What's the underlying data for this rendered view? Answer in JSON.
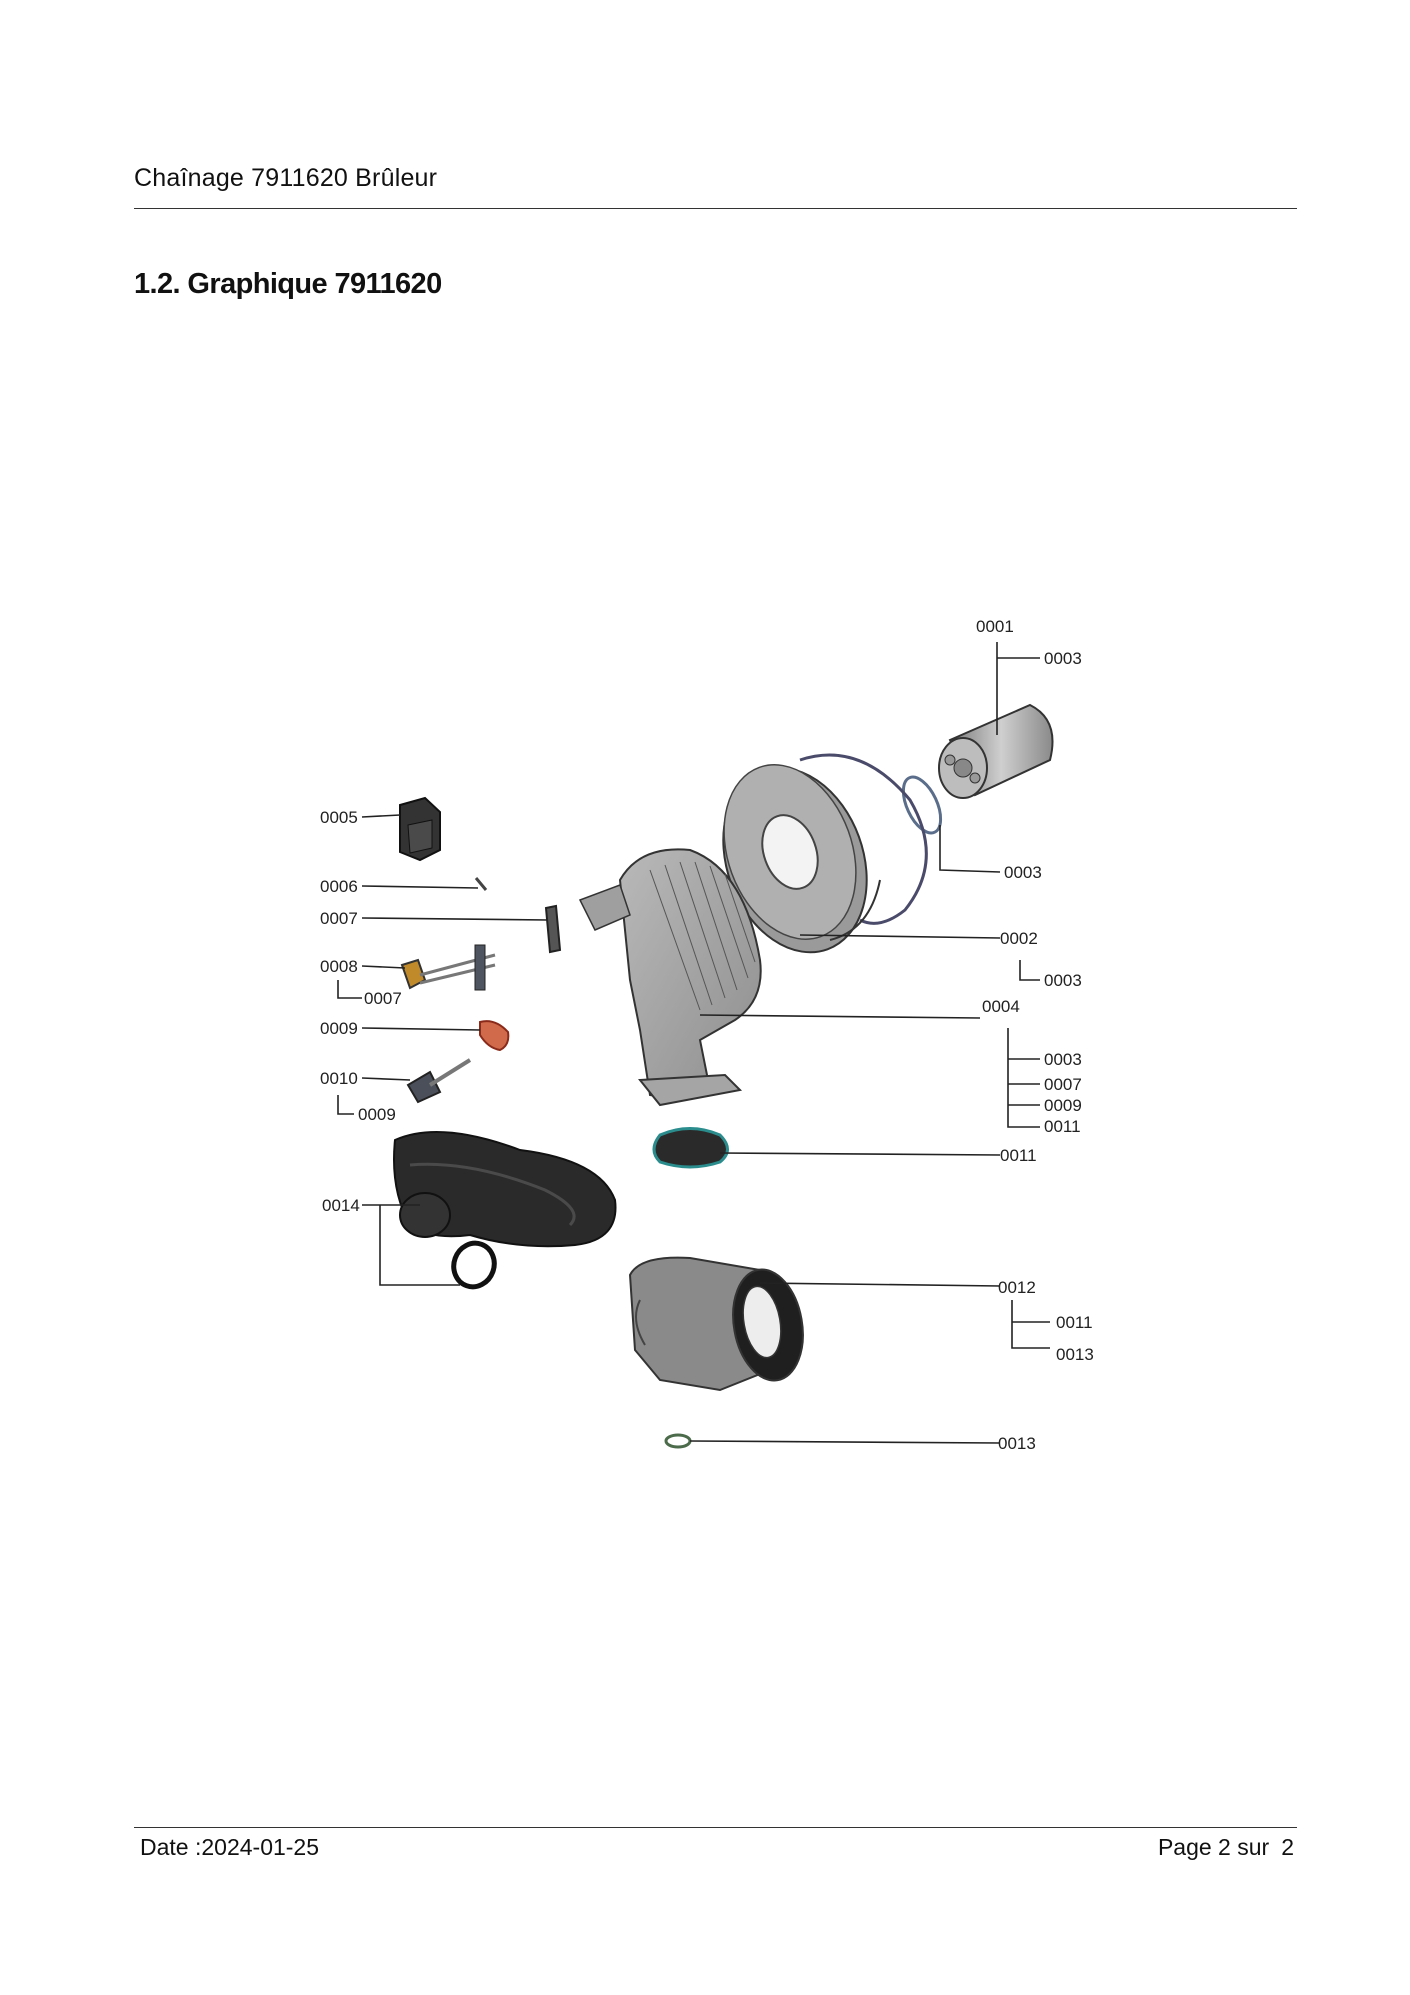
{
  "header": {
    "title": "Chaînage 7911620 Brûleur"
  },
  "section": {
    "title": "1.2. Graphique 7911620"
  },
  "diagram": {
    "labels": {
      "l0001": "0001",
      "l0003a": "0003",
      "l0003b": "0003",
      "l0002": "0002",
      "l0003c": "0003",
      "l0004": "0004",
      "l0003d": "0003",
      "l0007b": "0007",
      "l0009b": "0009",
      "l0011b": "0011",
      "l0011a": "0011",
      "l0012": "0012",
      "l0011c": "0011",
      "l0013a": "0013",
      "l0013b": "0013",
      "l0005": "0005",
      "l0006": "0006",
      "l0007": "0007",
      "l0008": "0008",
      "l0007c": "0007",
      "l0009": "0009",
      "l0010": "0010",
      "l0009c": "0009",
      "l0014": "0014"
    }
  },
  "footer": {
    "date": "Date :2024-01-25",
    "page_label": "Page 2 sur",
    "page_total": "2"
  }
}
